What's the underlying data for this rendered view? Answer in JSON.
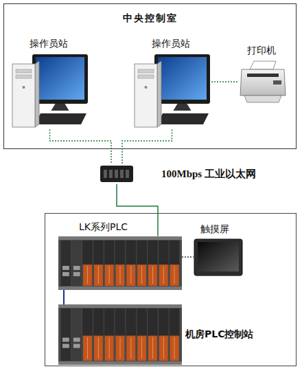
{
  "diagram": {
    "nodes": [
      {
        "text": [
          "中央控制室"
        ]
      },
      {
        "text": [
          "操作员站"
        ],
        "in": 0
      },
      {
        "text": [
          "操作员站"
        ],
        "in": 0
      },
      {
        "text": [
          "打印机"
        ],
        "in": 0
      },
      {
        "text": [
          "100Mbps 工业以太网"
        ]
      },
      {
        "text": [
          "LK系列PLC"
        ]
      },
      {
        "text": [
          "触摸屏"
        ]
      },
      {
        "text": [
          "机房PLC控制站"
        ]
      }
    ],
    "edges": [
      {
        "from": 1,
        "to": 4,
        "arrow": "none"
      },
      {
        "from": 2,
        "to": 4,
        "arrow": "none"
      },
      {
        "from": 2,
        "to": 3,
        "arrow": "none"
      },
      {
        "from": 4,
        "to": 5,
        "arrow": "none"
      },
      {
        "from": 5,
        "to": 6,
        "arrow": "none"
      },
      {
        "from": 5,
        "to": 7,
        "arrow": "none"
      }
    ]
  }
}
